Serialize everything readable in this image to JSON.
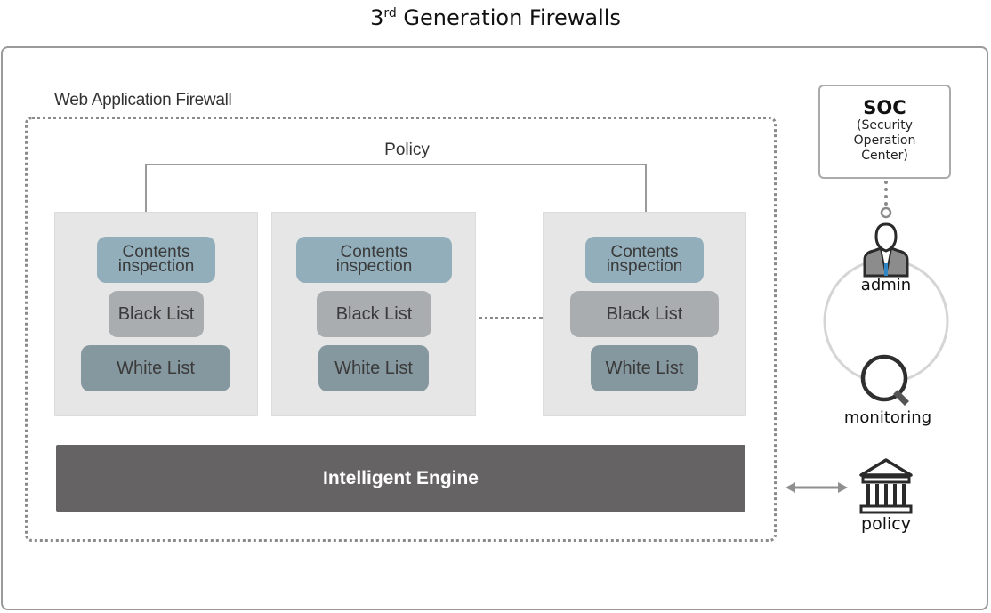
{
  "title": {
    "prefix": "3",
    "superscript": "rd",
    "main": " Generation Firewalls"
  },
  "waf": {
    "label": "Web Application Firewall",
    "policy_label": "Policy",
    "modules": [
      {
        "contents_inspection": [
          "Contents",
          "inspection"
        ],
        "black_list": "Black List",
        "white_list": "White List"
      },
      {
        "contents_inspection": [
          "Contents",
          "inspection"
        ],
        "black_list": "Black List",
        "white_list": "White List"
      },
      {
        "contents_inspection": [
          "Contents",
          "inspection"
        ],
        "black_list": "Black List",
        "white_list": "White List"
      }
    ],
    "engine_label": "Intelligent Engine"
  },
  "soc": {
    "title": "SOC",
    "subtitle_lines": [
      "(Security",
      "Operation",
      "Center)"
    ]
  },
  "right_panel": {
    "admin_label": "admin",
    "monitoring_label": "monitoring",
    "policy_label": "policy"
  },
  "colors": {
    "contents_inspection": "#92aebb",
    "black_list": "#a9adb0",
    "white_list": "#86989f",
    "engine": "#656363",
    "module_bg": "#e6e6e6",
    "admin_tie": "#2f86c5"
  }
}
